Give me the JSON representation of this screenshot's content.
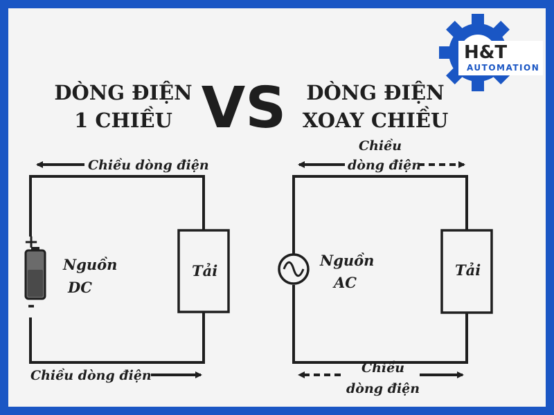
{
  "logo": {
    "main": "H&T",
    "sub": "AUTOMATION",
    "brand_color": "#1a56c4"
  },
  "vs": "VS",
  "dc": {
    "heading_line1": "DÒNG ĐIỆN",
    "heading_line2": "1 CHIỀU",
    "flow_top": "Chiều dòng điện",
    "flow_bottom": "Chiều dòng điện",
    "source_line1": "Nguồn",
    "source_line2": "DC",
    "load": "Tải",
    "plus": "+",
    "minus": "-"
  },
  "ac": {
    "heading_line1": "DÒNG ĐIỆN",
    "heading_line2": "XOAY CHIỀU",
    "flow_top_line1": "Chiều",
    "flow_top_line2": "dòng điện",
    "flow_bottom_line1": "Chiều",
    "flow_bottom_line2": "dòng điện",
    "source_line1": "Nguồn",
    "source_line2": "AC",
    "load": "Tải"
  },
  "colors": {
    "border": "#1a56c4",
    "ink": "#1e1e1e",
    "background": "#f4f4f4"
  }
}
